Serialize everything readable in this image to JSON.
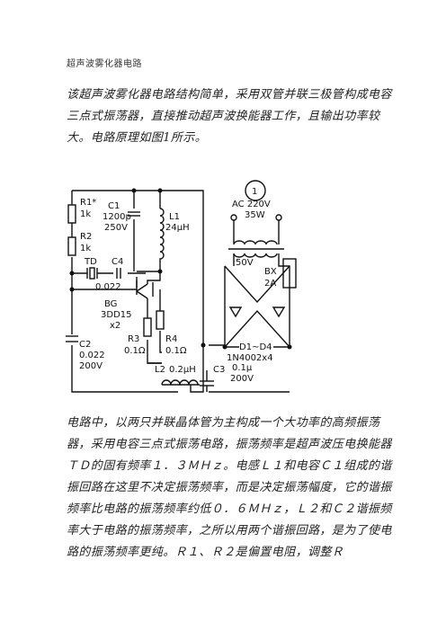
{
  "document": {
    "title": "超声波雾化器电路",
    "intro": "该超声波雾化器电路结构简单，采用双管并联三极管构成电容三点式振荡器，直接推动超声波换能器工作，且输出功率较大。电路原理如图1所示。",
    "body": "电路中，以两只并联晶体管为主构成一个大功率的高频振荡器，采用电容三点式振荡电路，振荡频率是超声波压电换能器ＴＤ的固有频率１．３ＭＨｚ。电感Ｌ１和电容Ｃ１组成的谐振回路在这里不决定振荡频率，而是决定振荡幅度，它的谐振频率比电路的振荡频率约低０．６ＭＨｚ，Ｌ２和Ｃ２谐振频率大于电路的振荡频率，之所以用两个谐振回路，是为了使电路的振荡频率更纯。Ｒ１、Ｒ２是偏置电阻，调整Ｒ"
  },
  "circuit": {
    "figure_number": "1",
    "labels": {
      "r1": "R1*",
      "r1_value": "1k",
      "r2": "R2",
      "r2_value": "1k",
      "c1": "C1",
      "c1_value1": "1200p",
      "c1_value2": "250V",
      "l1": "L1",
      "l1_value": "24μH",
      "td": "TD",
      "c4": "C4",
      "c4_value": "0.022",
      "bg": "BG",
      "bg_value1": "3DD15",
      "bg_value2": "x2",
      "r3": "R3",
      "r3_value": "0.1Ω",
      "r4": "R4",
      "r4_value": "0.1Ω",
      "c2": "C2",
      "c2_value1": "0.022",
      "c2_value2": "200V",
      "l2": "L2",
      "l2_value": "0.2μH",
      "c3": "C3",
      "c3_value1": "0.1μ",
      "c3_value2": "200V",
      "ac1": "AC  220V",
      "ac2": "35W",
      "tr_sec": "50V",
      "bx": "BX",
      "bx_value": "2A",
      "d": "D1~D4",
      "d_value": "1N4002x4"
    }
  }
}
